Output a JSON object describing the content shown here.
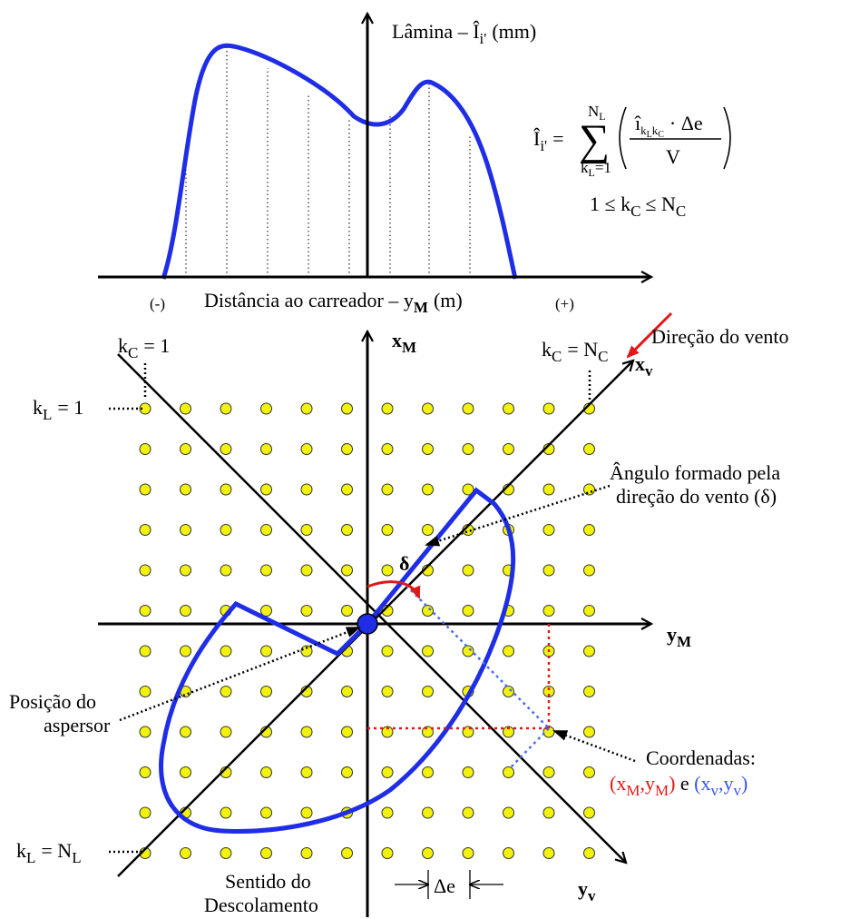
{
  "colors": {
    "curve": "#1f2ee6",
    "wind_arrow": "#e01818",
    "dot_fill": "#f2f20a",
    "red_text": "#e01818",
    "blue_text": "#3a57e8",
    "light_blue_dots": "#4a6ef0"
  },
  "top_plot": {
    "ylabel_main": "Lâmina – Î",
    "ylabel_sub": "i'",
    "ylabel_unit": "(mm)",
    "xlabel_main": "Distância ao carreador – y",
    "xlabel_sub": "M",
    "xlabel_unit": "(m)",
    "minus_sign": "(-)",
    "plus_sign": "(+)"
  },
  "formula": {
    "lhs": "Î",
    "lhs_sub": "i'",
    "equals": "=",
    "sum_upper": "N",
    "sum_upper_sub": "L",
    "sum_lower": "k",
    "sum_lower_sub": "L",
    "sum_lower_eq": "=1",
    "numerator": "î",
    "num_sub": "k",
    "num_sub_sub1": "L",
    "num_sub_k2": "k",
    "num_sub_sub2": "C",
    "num_times": "· Δe",
    "denominator": "V",
    "constraint_a": "1 ≤ k",
    "constraint_sub_a": "C",
    "constraint_b": "≤ N",
    "constraint_sub_b": "C"
  },
  "bottom_plot": {
    "xM": "x",
    "xM_sub": "M",
    "yM": "y",
    "yM_sub": "M",
    "xv": "x",
    "xv_sub": "v",
    "yv": "y",
    "yv_sub": "v",
    "kc1_main": "k",
    "kc1_sub": "C",
    "kc1_val": "= 1",
    "kcN_main": "k",
    "kcN_sub": "C",
    "kcN_val": "= N",
    "kcN_val_sub": "C",
    "kl1_main": "k",
    "kl1_sub": "L",
    "kl1_val": "= 1",
    "klN_main": "k",
    "klN_sub": "L",
    "klN_val": "= N",
    "klN_val_sub": "L",
    "wind_dir": "Direção do vento",
    "angle_line1": "Ângulo formado pela",
    "angle_line2": "direção do vento (δ)",
    "delta": "δ",
    "sprinkler_line1": "Posição do",
    "sprinkler_line2": "aspersor",
    "coords_line1": "Coordenadas:",
    "coords_red": "(x",
    "coords_red_sub1": "M",
    "coords_red_mid": ",y",
    "coords_red_sub2": "M",
    "coords_red_end": ")",
    "coords_and": " e ",
    "coords_blue": "(x",
    "coords_blue_sub1": "v",
    "coords_blue_mid": ",y",
    "coords_blue_sub2": "v",
    "coords_blue_end": ")",
    "sentido_line1": "Sentido do",
    "sentido_line2": "Descolamento",
    "delta_e": "Δe"
  }
}
